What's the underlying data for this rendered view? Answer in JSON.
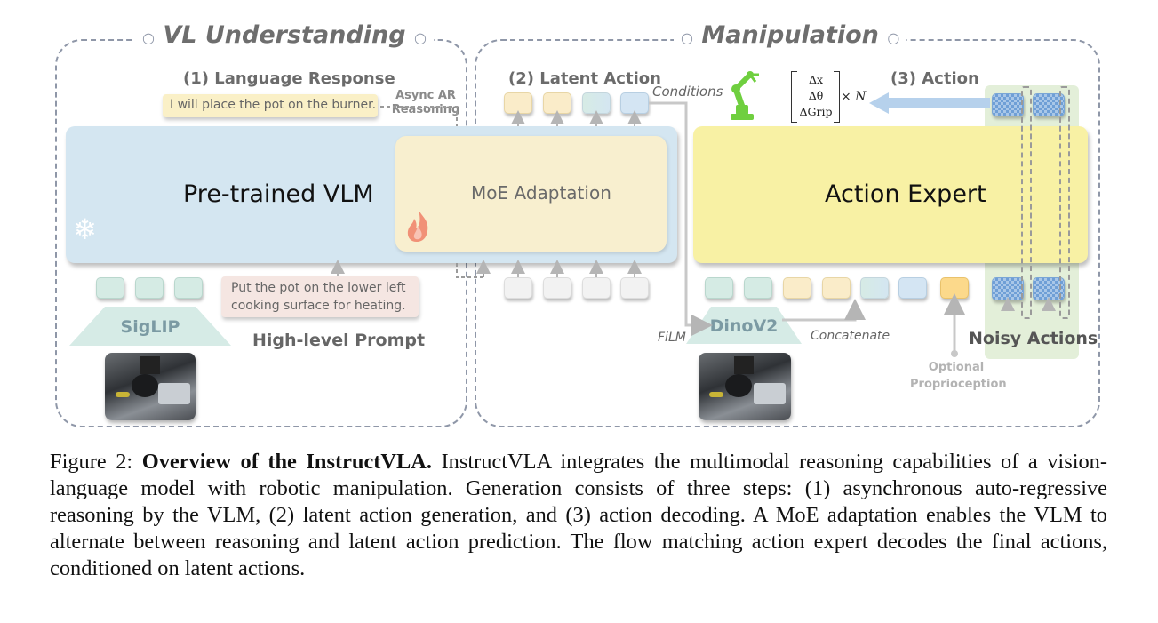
{
  "panels": {
    "left_title": "VL Understanding",
    "right_title": "Manipulation"
  },
  "labels": {
    "language_response": "(1) Language Response",
    "latent_action": "(2) Latent Action",
    "action": "(3) Action",
    "async_line1": "Async AR",
    "async_line2": "Reasoning",
    "conditions": "Conditions",
    "high_level_prompt": "High-level Prompt",
    "noisy_actions": "Noisy Actions",
    "film": "FiLM",
    "concatenate": "Concatenate",
    "optional_line1": "Optional",
    "optional_line2": "Proprioception"
  },
  "boxes": {
    "vlm": "Pre-trained VLM",
    "moe": "MoE Adaptation",
    "action_expert": "Action Expert",
    "siglip": "SigLIP",
    "dinov2": "DinoV2"
  },
  "bubbles": {
    "response": "I will place the pot on the burner.",
    "prompt_line1": "Put the pot on the lower left",
    "prompt_line2": "cooking surface for heating."
  },
  "action_vector": {
    "rows": [
      "Δx",
      "Δθ",
      "ΔGrip"
    ],
    "times": "× N"
  },
  "icons": {
    "snowflake": "snowflake-icon",
    "fire": "fire-icon",
    "robot_arm": "robot-arm-icon"
  },
  "caption": {
    "label": "Figure 2:",
    "title": "Overview of the InstructVLA.",
    "text": "InstructVLA integrates the multimodal reasoning capabilities of a vision-language model with robotic manipulation. Generation consists of three steps: (1) asynchronous auto-regressive reasoning by the VLM, (2) latent action generation, and (3) action decoding. A MoE adaptation enables the VLM to alternate between reasoning and latent action prediction. The flow matching action expert decodes the final actions, conditioned on latent actions."
  },
  "colors": {
    "vlm_bg": "#d4e6f1",
    "moe_bg": "#f8efcf",
    "action_expert_bg": "#f8f1a4",
    "noisy_column_bg": "#e3efd9",
    "robot_green": "#6fcf3f"
  }
}
